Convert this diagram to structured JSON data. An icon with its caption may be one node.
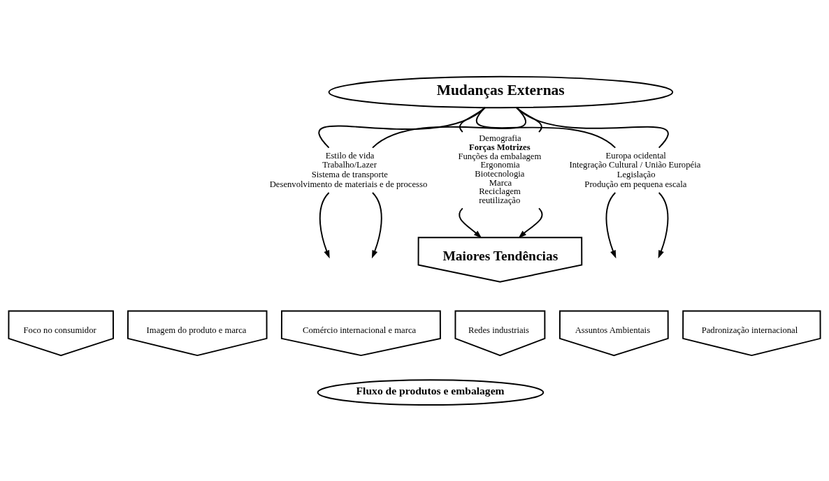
{
  "diagram": {
    "nodes": [
      {
        "text": [
          "Mudanças Externas"
        ]
      },
      {
        "text": [
          "Estilo de vida",
          "Trabalho/Lazer",
          "Sistema de transporte",
          "Desenvolvimento de materiais e de processo"
        ]
      },
      {
        "text": [
          "Demografia",
          "Forças Motrizes",
          "Funções da embalagem",
          "Ergonomia",
          "Biotecnologia",
          "Marca",
          "Reciclagem",
          "reutilização"
        ]
      },
      {
        "text": [
          "Europa ocidental",
          "Integração Cultural / União Européia",
          "Legislação",
          "Produção em pequena escala"
        ]
      },
      {
        "text": [
          "Maiores Tendências"
        ]
      },
      {
        "text": [
          "Foco no consumidor"
        ]
      },
      {
        "text": [
          "Imagem do produto e marca"
        ]
      },
      {
        "text": [
          "Comércio internacional e marca"
        ]
      },
      {
        "text": [
          "Redes industriais"
        ]
      },
      {
        "text": [
          "Assuntos Ambientais"
        ]
      },
      {
        "text": [
          "Padronização internacional"
        ]
      },
      {
        "text": [
          "Fluxo de produtos e embalagem"
        ]
      }
    ],
    "edges": [
      {
        "from": 0,
        "to": 1,
        "arrow": "none"
      },
      {
        "from": 0,
        "to": 1,
        "arrow": "none"
      },
      {
        "from": 0,
        "to": 2,
        "arrow": "none"
      },
      {
        "from": 0,
        "to": 2,
        "arrow": "none"
      },
      {
        "from": 0,
        "to": 3,
        "arrow": "none"
      },
      {
        "from": 0,
        "to": 3,
        "arrow": "none"
      },
      {
        "from": 1,
        "to": null,
        "arrow": "to"
      },
      {
        "from": 1,
        "to": null,
        "arrow": "to"
      },
      {
        "from": 2,
        "to": 4,
        "arrow": "to"
      },
      {
        "from": 2,
        "to": 4,
        "arrow": "to"
      },
      {
        "from": 3,
        "to": null,
        "arrow": "to"
      },
      {
        "from": 3,
        "to": null,
        "arrow": "to"
      }
    ]
  }
}
